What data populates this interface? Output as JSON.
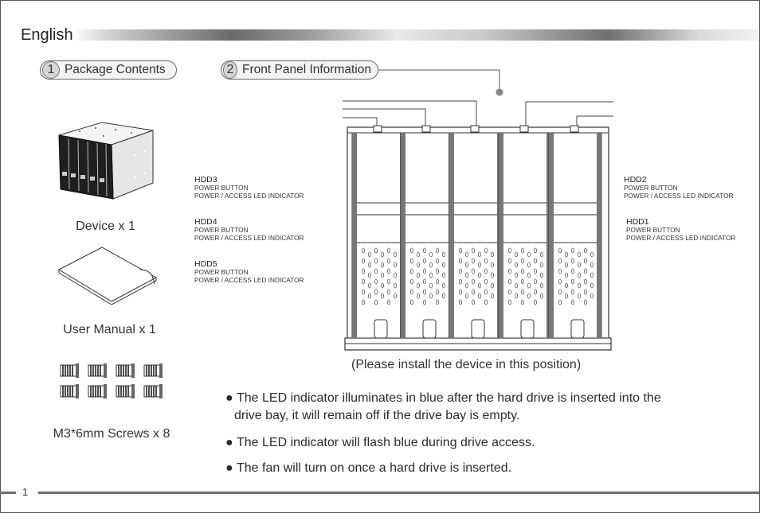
{
  "page": {
    "language_title": "English",
    "page_number": "1"
  },
  "sections": [
    {
      "number": "1",
      "title": "Package Contents"
    },
    {
      "number": "2",
      "title": "Front Panel Information"
    }
  ],
  "package_contents": [
    {
      "label": "Device x 1"
    },
    {
      "label": "User Manual x 1"
    },
    {
      "label": "M3*6mm Screws x 8"
    }
  ],
  "hdd_labels": [
    {
      "name": "HDD3",
      "line1": "POWER BUTTON",
      "line2": "POWER / ACCESS LED INDICATOR"
    },
    {
      "name": "HDD4",
      "line1": "POWER BUTTON",
      "line2": "POWER / ACCESS LED INDICATOR"
    },
    {
      "name": "HDD5",
      "line1": "POWER BUTTON",
      "line2": "POWER / ACCESS LED INDICATOR"
    },
    {
      "name": "HDD2",
      "line1": "POWER BUTTON",
      "line2": "POWER / ACCESS LED INDICATOR"
    },
    {
      "name": "HDD1",
      "line1": "POWER BUTTON",
      "line2": "POWER / ACCESS LED INDICATOR"
    }
  ],
  "install_note": "(Please install the device in this position)",
  "bullets": [
    {
      "line1": "The LED indicator illuminates in blue after the hard drive is inserted into the",
      "line2": "drive bay, it will remain off if the drive bay is empty."
    },
    {
      "line1": "The LED indicator will flash blue during drive access.",
      "line2": ""
    },
    {
      "line1": "The fan will turn on once a hard drive is inserted.",
      "line2": ""
    }
  ],
  "colors": {
    "header_dark": "#6a6a6a",
    "pill_bg": "#f3f3f3",
    "line": "#555555"
  }
}
